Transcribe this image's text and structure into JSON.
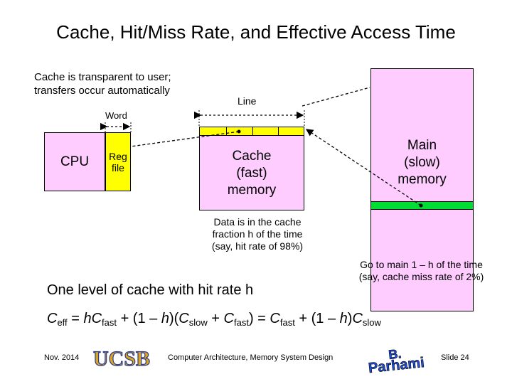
{
  "title": "Cache, Hit/Miss Rate, and Effective Access Time",
  "notes": {
    "transparent_line1": "Cache is transparent to user;",
    "transparent_line2": "transfers occur automatically",
    "line_label": "Line",
    "word_label": "Word",
    "data_in_cache_1": "Data is in the cache",
    "data_in_cache_2": "fraction h of the time",
    "data_in_cache_3": "(say, hit rate of 98%)",
    "go_to_main_1": "Go to main 1 – h of the time",
    "go_to_main_2": "(say, cache miss rate of 2%)"
  },
  "blocks": {
    "cpu": "CPU",
    "reg_file_1": "Reg",
    "reg_file_2": "file",
    "cache_1": "Cache",
    "cache_2": "(fast)",
    "cache_3": "memory",
    "main_1": "Main",
    "main_2": "(slow)",
    "main_3": "memory"
  },
  "summary": "One level of cache with hit rate h",
  "formula": {
    "c": "C",
    "eff": "eff",
    "eq1": " = ",
    "h1": "h",
    "c2": "C",
    "fast1": "fast",
    "plus1": " + (1 – ",
    "h2": "h",
    "paren1": ")(",
    "c3": "C",
    "slow1": "slow",
    "plus2": " + ",
    "c4": "C",
    "fast2": "fast",
    "eq2": ") = ",
    "c5": "C",
    "fast3": "fast",
    "plus3": " + (1 – ",
    "h3": "h",
    "paren2": ")",
    "c6": "C",
    "slow2": "slow"
  },
  "footer": {
    "date": "Nov. 2014",
    "logo": "UCSB",
    "course": "Computer Architecture, Memory System Design",
    "author_logo": "B. Parhami",
    "slide": "Slide 24"
  },
  "colors": {
    "pink": "#ffccff",
    "yellow": "#ffff00",
    "green": "#00dd33",
    "ucsb_gold": "#d9a520",
    "author_blue": "#1f4fd6"
  }
}
